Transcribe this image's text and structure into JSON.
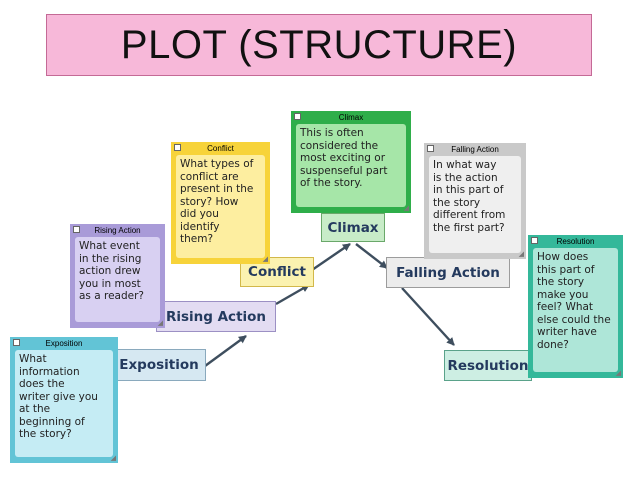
{
  "title": "PLOT (STRUCTURE)",
  "stages": {
    "exposition": "Exposition",
    "rising_action": "Rising Action",
    "conflict": "Conflict",
    "climax": "Climax",
    "falling_action": "Falling Action",
    "resolution": "Resolution"
  },
  "notes": {
    "exposition": {
      "header": "Exposition",
      "lines": [
        "What",
        "information",
        "does the",
        "writer give you",
        "at the",
        "beginning of",
        "the story?"
      ]
    },
    "rising_action": {
      "header": "Rising Action",
      "lines": [
        "What event",
        "in the rising",
        "action drew",
        "you in most",
        "as a reader?"
      ]
    },
    "conflict": {
      "header": "Conflict",
      "lines": [
        "What types of",
        "conflict are",
        "present in the",
        "story? How",
        "did you",
        "identify",
        "them?"
      ]
    },
    "climax": {
      "header": "Climax",
      "lines": [
        "This is often",
        "considered the",
        "most exciting or",
        "suspenseful part",
        "of the story."
      ]
    },
    "falling_action": {
      "header": "Falling Action",
      "lines": [
        "In what way",
        "is the action",
        "in this part of",
        "the story",
        "different from",
        "the first part?"
      ]
    },
    "resolution": {
      "header": "Resolution",
      "lines": [
        "How does",
        "this part of",
        "the story",
        "make you",
        "feel? What",
        "else could the",
        "writer have",
        "done?"
      ]
    }
  },
  "colors": {
    "exposition": "#62c4d6",
    "rising_action": "#a99bd8",
    "conflict": "#f7d33a",
    "climax": "#2fae4a",
    "falling_action": "#c9c9c9",
    "resolution": "#34b89a"
  }
}
